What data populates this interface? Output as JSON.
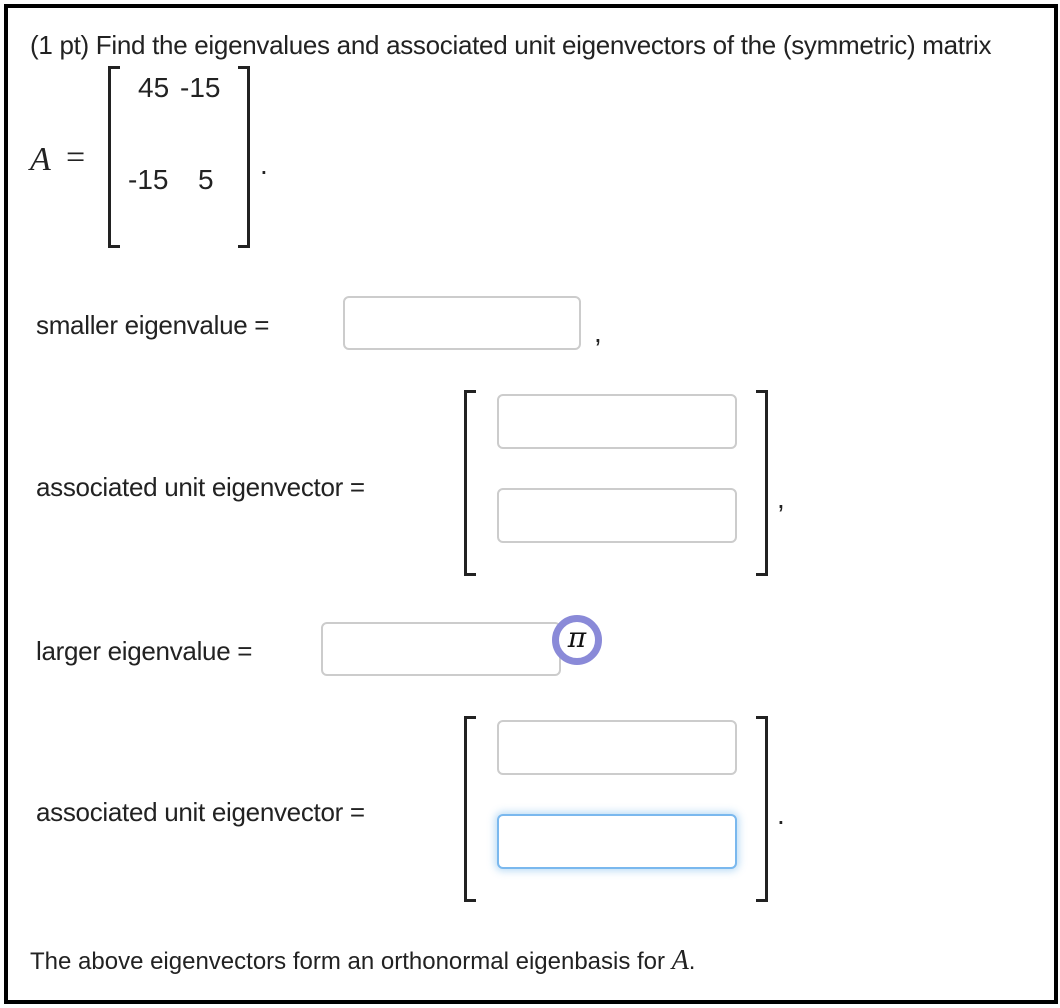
{
  "problem": {
    "prompt": "(1 pt) Find the eigenvalues and associated unit eigenvectors of the (symmetric) matrix",
    "matrix_label": "A",
    "equals": "=",
    "matrix": [
      [
        "45",
        "-15"
      ],
      [
        "-15",
        "5"
      ]
    ],
    "matrix_end": "."
  },
  "fields": {
    "smaller_eigenvalue_label": "smaller eigenvalue =",
    "smaller_eigenvalue_value": "",
    "smaller_eigenvalue_trailing": ",",
    "vector1_label": "associated unit eigenvector =",
    "vector1_values": [
      "",
      ""
    ],
    "vector1_trailing": ",",
    "larger_eigenvalue_label": "larger eigenvalue =",
    "larger_eigenvalue_value": "",
    "vector2_label": "associated unit eigenvector =",
    "vector2_values": [
      "",
      ""
    ],
    "vector2_trailing": "."
  },
  "equation_editor": {
    "icon": "pi-icon",
    "glyph": "π"
  },
  "footer": {
    "text": "The above eigenvectors form an orthonormal eigenbasis for ",
    "matrix_ref": "A",
    "end": "."
  },
  "colors": {
    "border": "#000000",
    "input_border": "#cccccc",
    "focus_border": "#66afe9",
    "pi_ring": "#8a8ad8"
  }
}
